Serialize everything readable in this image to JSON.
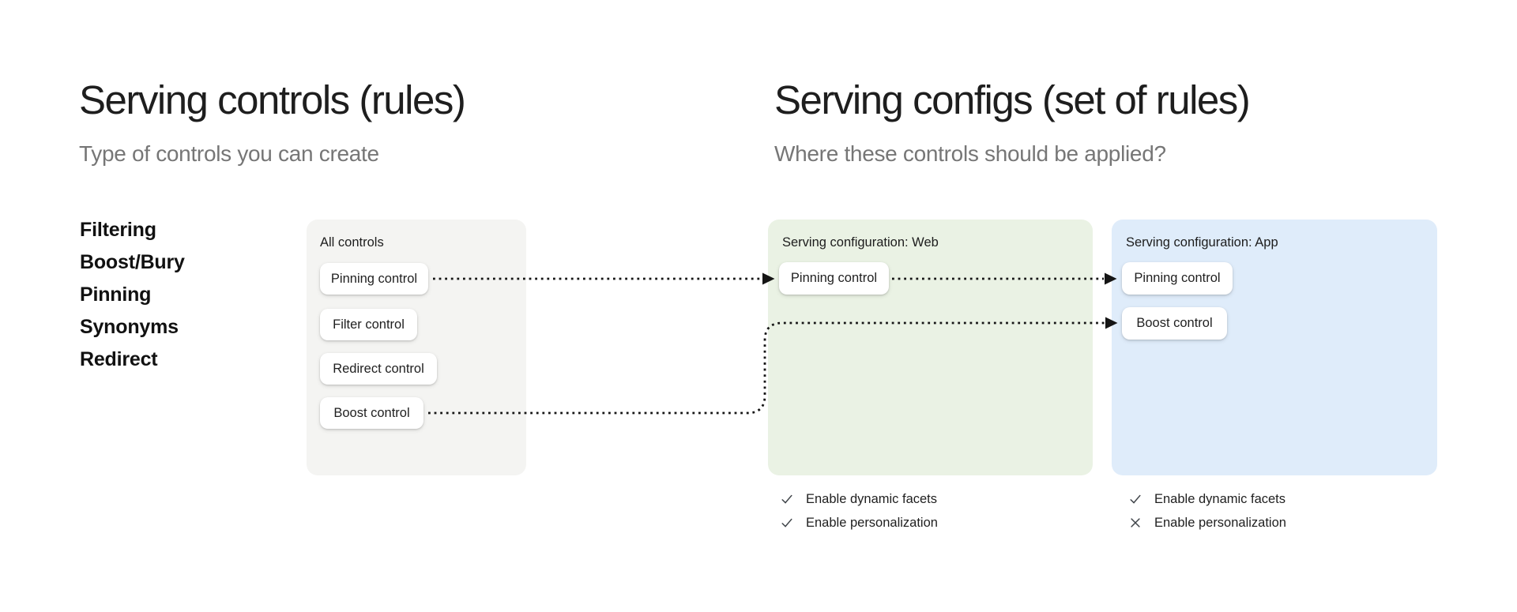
{
  "left_section": {
    "title": "Serving controls (rules)",
    "subtitle": "Type of controls you can create",
    "control_types": [
      "Filtering",
      "Boost/Bury",
      "Pinning",
      "Synonyms",
      "Redirect"
    ]
  },
  "right_section": {
    "title": "Serving configs (set of rules)",
    "subtitle": "Where these controls should be applied?"
  },
  "all_controls_card": {
    "label": "All controls",
    "buttons": [
      "Pinning control",
      "Filter control",
      "Redirect control",
      "Boost control"
    ]
  },
  "web_config_card": {
    "label": "Serving configuration: Web",
    "buttons": [
      "Pinning control"
    ],
    "features": [
      {
        "label": "Enable dynamic facets",
        "enabled": true
      },
      {
        "label": "Enable personalization",
        "enabled": true
      }
    ]
  },
  "app_config_card": {
    "label": "Serving configuration: App",
    "buttons": [
      "Pinning control",
      "Boost control"
    ],
    "features": [
      {
        "label": "Enable dynamic facets",
        "enabled": true
      },
      {
        "label": "Enable personalization",
        "enabled": false
      }
    ]
  },
  "colors": {
    "all_controls_card_bg": "#f4f4f2",
    "web_card_bg": "#eaf2e4",
    "app_card_bg": "#dfecfa",
    "connector": "#151515",
    "heading_text": "#1e1e1e",
    "subtitle_text": "#767676"
  }
}
